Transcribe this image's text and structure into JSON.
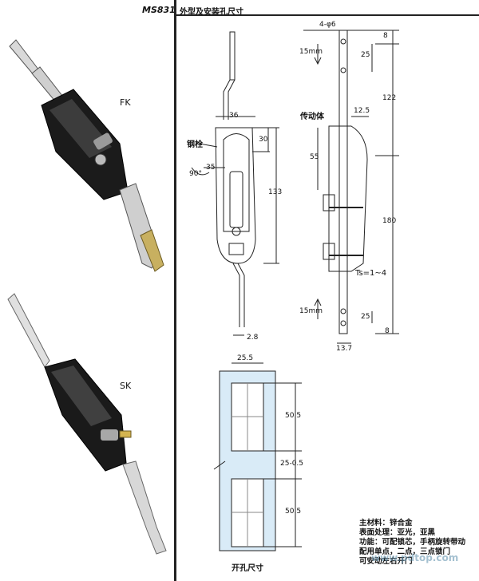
{
  "header": {
    "model": "MS831",
    "subtitle": "外型及安装孔尺寸"
  },
  "products": [
    {
      "label": "FK"
    },
    {
      "label": "SK"
    }
  ],
  "front_view": {
    "dims": {
      "width_top": "36",
      "body_height": "133",
      "top_inset": "30",
      "handle_width": "35",
      "rotation": "90°",
      "bar_thickness": "2.8"
    },
    "labels": {
      "pin": "钢栓"
    }
  },
  "side_view": {
    "dims": {
      "holes": "4-φ6",
      "top_end": "8",
      "top_slot": "25",
      "overall_upper": "122",
      "rod_width": "12.5",
      "body_upper": "55",
      "body_lower": "180",
      "bottom_slot": "25",
      "bottom_end": "8",
      "base_width": "13.7"
    },
    "labels": {
      "drive_body": "传动体",
      "stroke_top": "15mm",
      "stroke_bottom": "15mm",
      "thickness": "Ts=1~4"
    }
  },
  "cutout": {
    "title": "开孔尺寸",
    "dims": {
      "width": "25.5",
      "hole1": "50.5",
      "gap": "25-0.5",
      "hole2": "50.5"
    }
  },
  "notes": [
    "主材料：锌合金",
    "表面处理：亚光，亚黑",
    "功能：可配锁芯，手柄旋转带动",
    "配用单点，二点，三点锁门",
    "可安动左右开门"
  ],
  "watermark": "www.pdtop.com"
}
